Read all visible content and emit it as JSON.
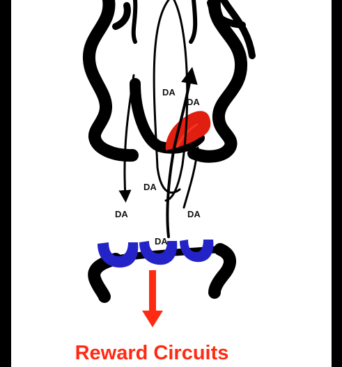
{
  "labels": {
    "da_upper_left": "DA",
    "da_upper_right": "DA",
    "da_middle": "DA",
    "da_lower_left": "DA",
    "da_lower_right": "DA",
    "da_receptor": "DA"
  },
  "caption": "Reward Circuits",
  "colors": {
    "background_border": "#000000",
    "panel": "#ffffff",
    "structure": "#000000",
    "highlight_region": "#e11f10",
    "receptors": "#2323c8",
    "output_arrow": "#ff2a12"
  }
}
